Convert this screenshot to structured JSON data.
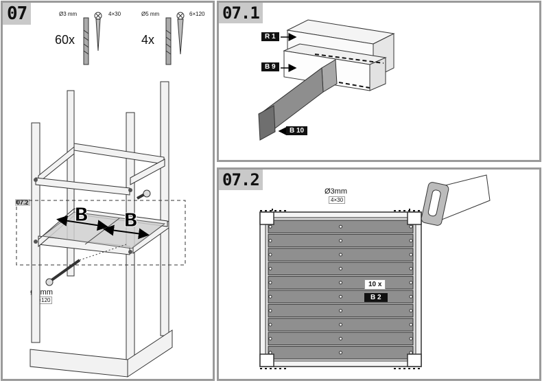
{
  "step7": {
    "step_label": "07",
    "screw_small": {
      "diameter": "Ø3 mm",
      "size": "4×30",
      "qty": "60x"
    },
    "screw_large": {
      "diameter": "Ø5 mm",
      "size": "6×120",
      "qty": "4x"
    },
    "callout_ref": "07.2",
    "bolt_diameter": "Ø5mm",
    "bolt_size": "6×120"
  },
  "step71": {
    "step_label": "07.1",
    "tags": [
      "R 1",
      "B 9",
      "B 10"
    ]
  },
  "step72": {
    "step_label": "07.2",
    "screw_diameter": "Ø3mm",
    "screw_size": "4×30",
    "qty_label": "10 x",
    "part_label": "B 2"
  },
  "colors": {
    "border": "#9a9a9a",
    "step_bg": "#c9c9c9",
    "plank": "#8f8f8f",
    "tag_bg": "#111111"
  }
}
